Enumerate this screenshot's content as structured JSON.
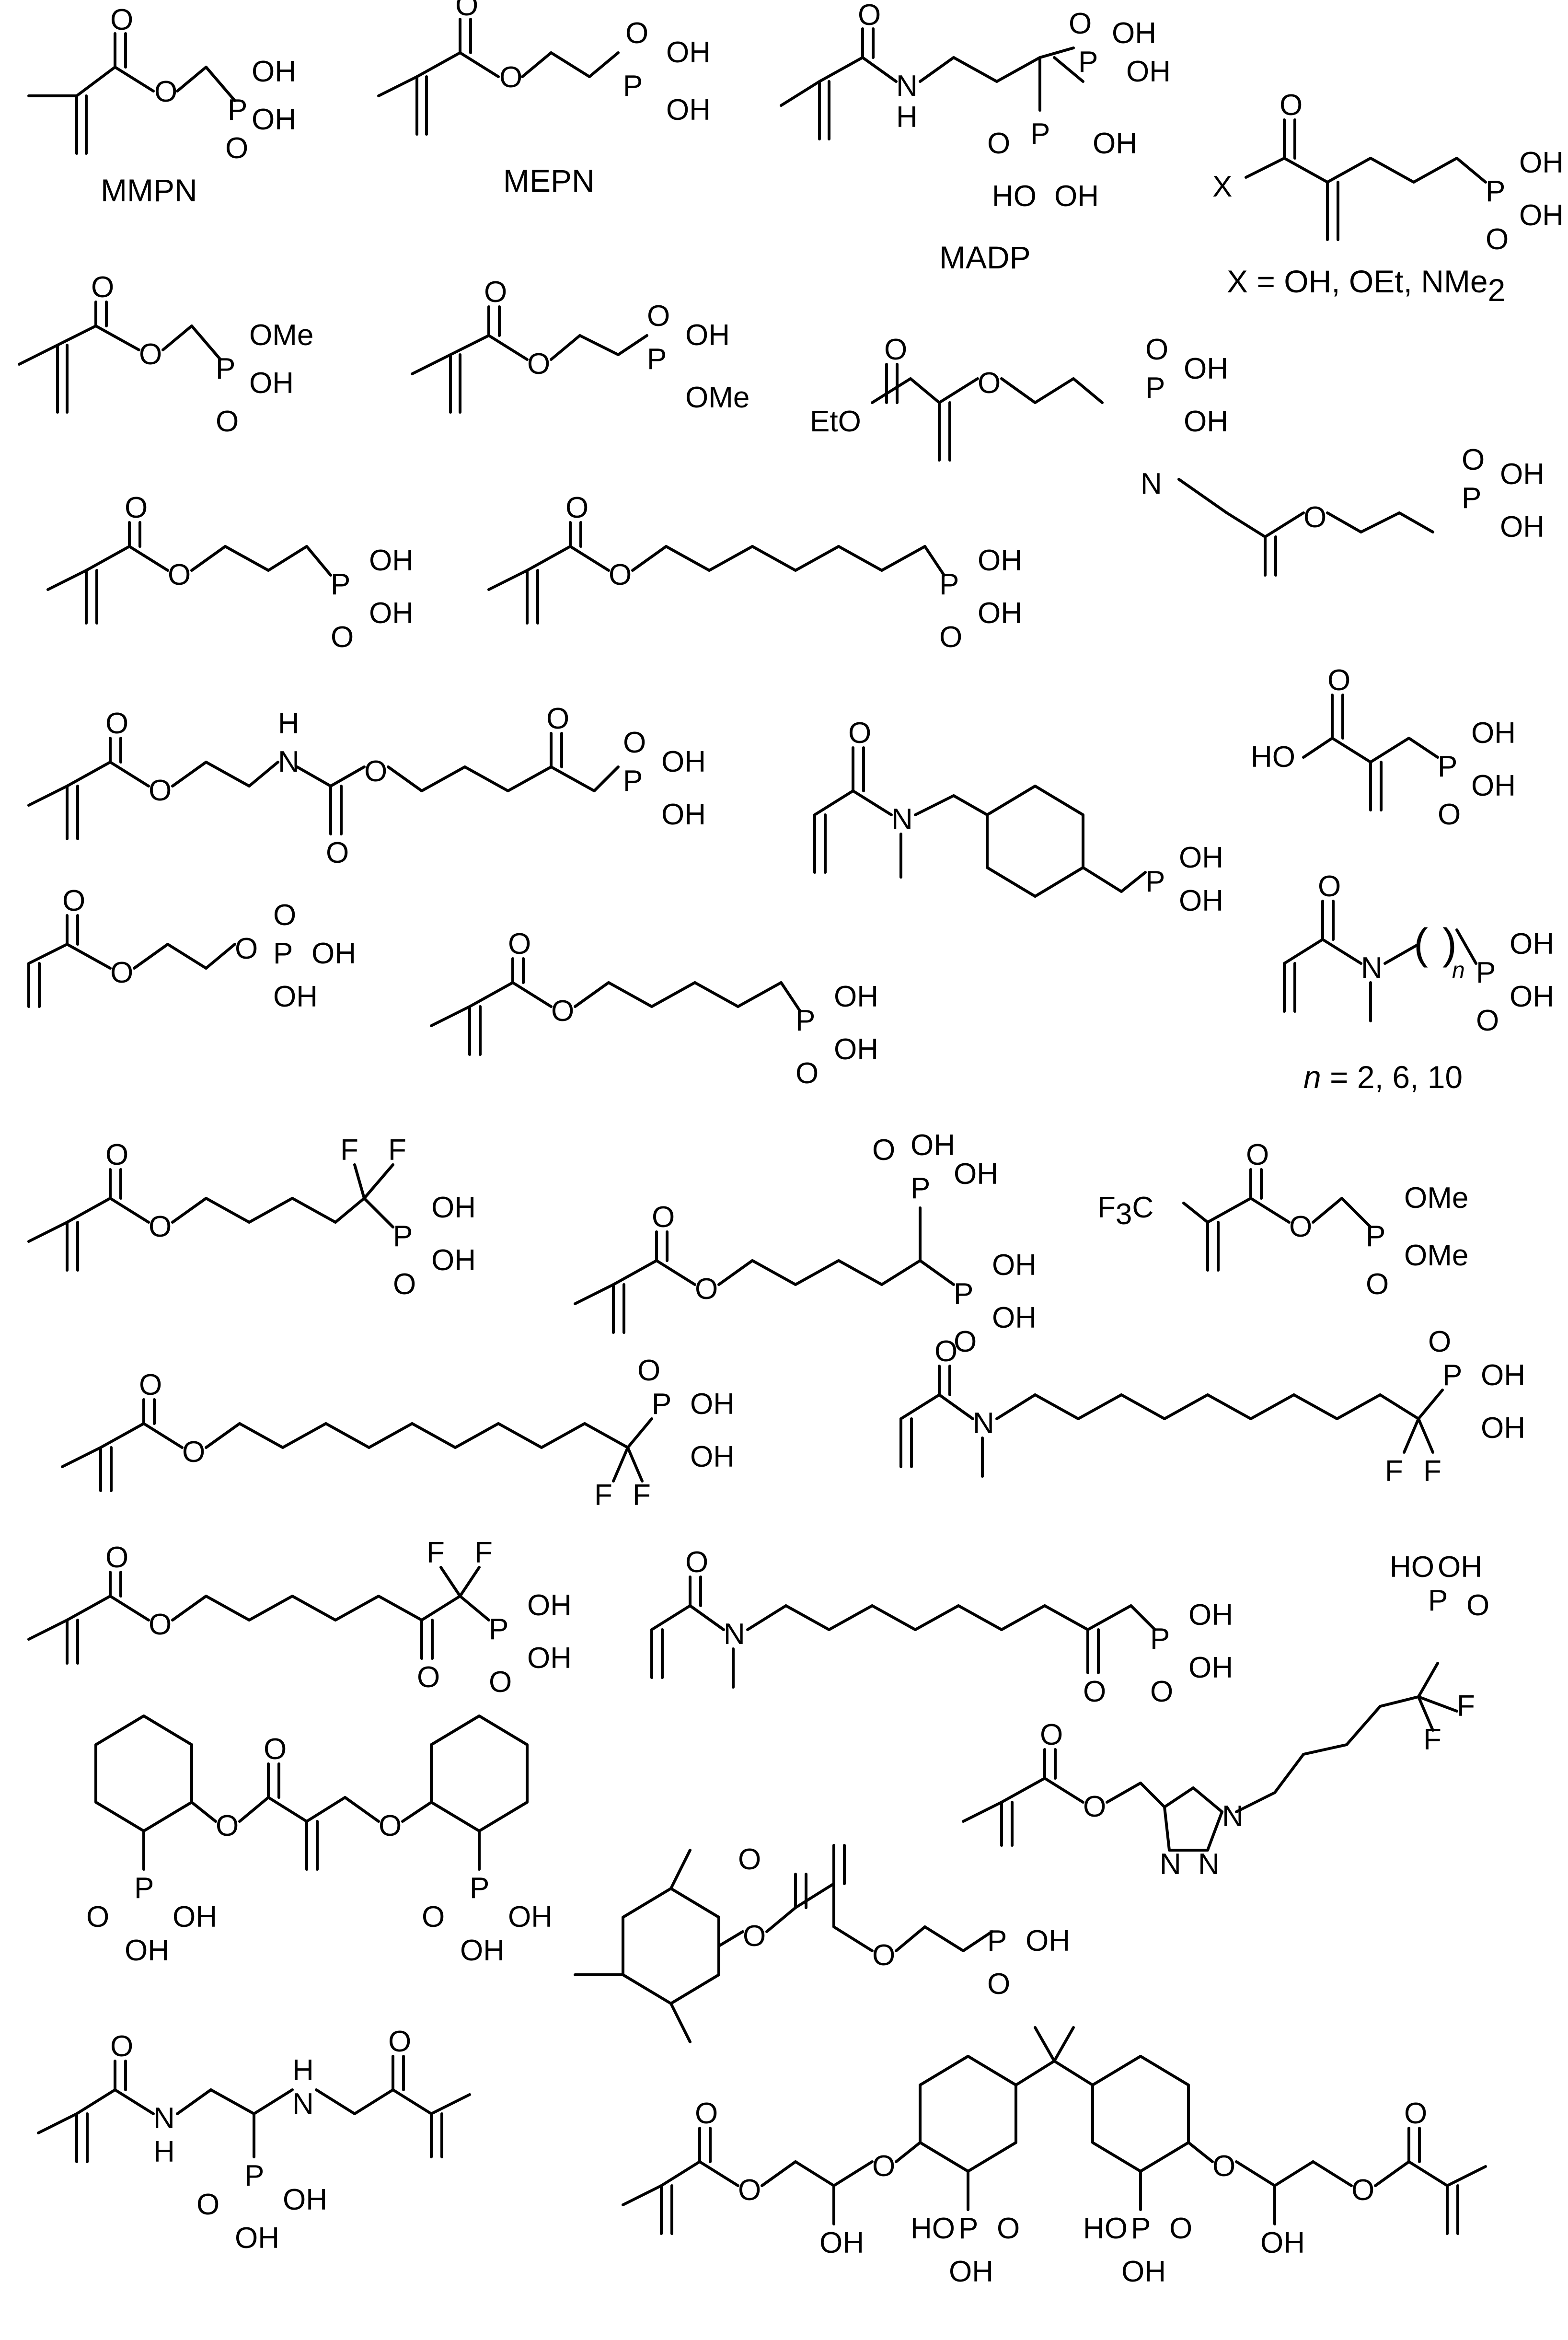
{
  "labels": {
    "mmpn": "MMPN",
    "mepn": "MEPN",
    "madp": "MADP",
    "x_def": "X = OH, OEt, NMe",
    "x_def_sub": "2",
    "n_def_n": "n",
    "n_def_rest": " = 2, 6, 10"
  },
  "atoms": {
    "oh": "OH",
    "ho": "HO",
    "o": "O",
    "p": "P",
    "n": "N",
    "h": "H",
    "f": "F",
    "x": "X",
    "ome": "OMe",
    "eto": "EtO",
    "f3c": "F",
    "f3c_sub": "3",
    "f3c_c": "C",
    "n_idx": "n"
  }
}
